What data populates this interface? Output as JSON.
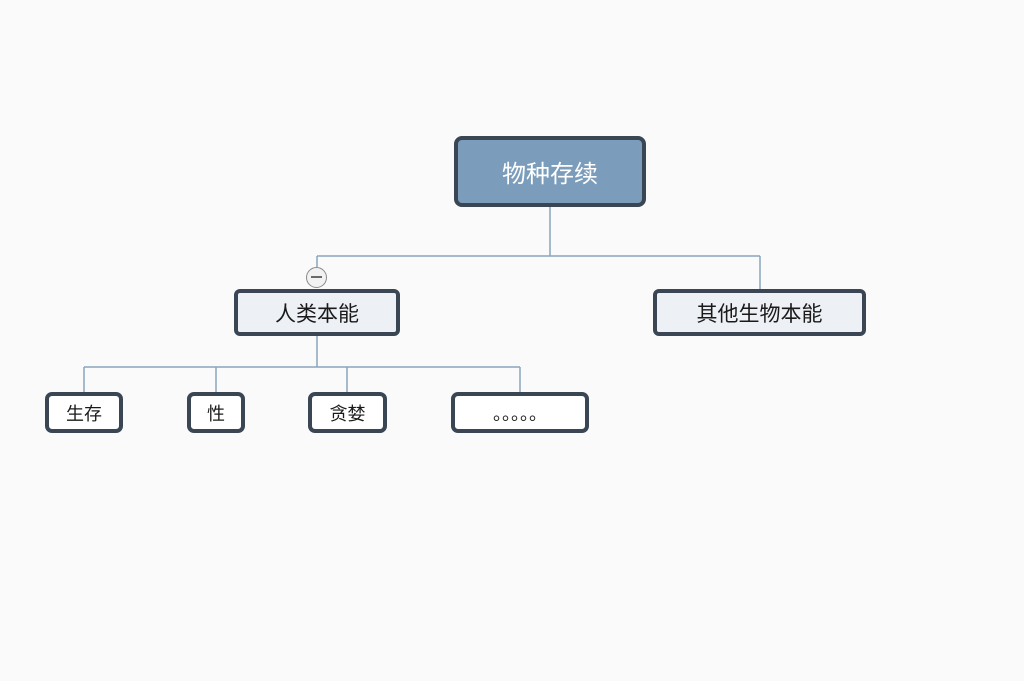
{
  "root": {
    "label": "物种存续"
  },
  "branches": [
    {
      "label": "人类本能",
      "children": [
        {
          "label": "生存"
        },
        {
          "label": "性"
        },
        {
          "label": "贪婪"
        },
        {
          "label": "。。。。。"
        }
      ]
    },
    {
      "label": "其他生物本能",
      "children": []
    }
  ],
  "colors": {
    "background": "#fafafa",
    "root_fill": "#7b9dbb",
    "node_border": "#3a4654",
    "level1_fill": "#edf1f6",
    "level2_fill": "#ffffff",
    "connector": "#8aa5bd"
  },
  "icons": {
    "collapse": "minus-circle-icon"
  }
}
